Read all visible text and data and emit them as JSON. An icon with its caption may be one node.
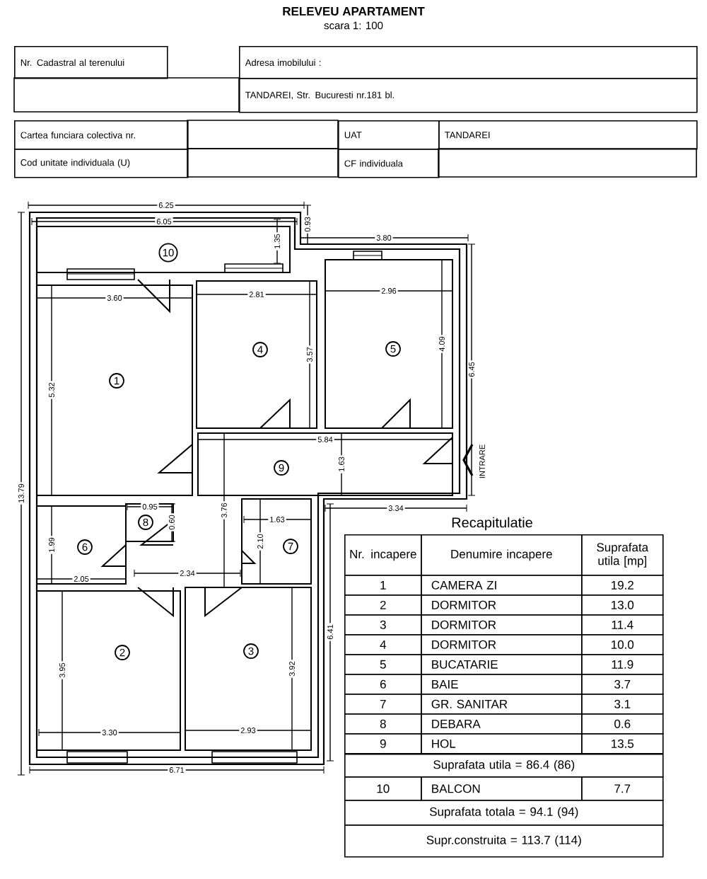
{
  "diagram": {
    "title": "RELEVEU APARTAMENT",
    "nodes": [
      {
        "text": [
          "10"
        ]
      },
      {
        "text": [
          "1"
        ]
      },
      {
        "text": [
          "4"
        ]
      },
      {
        "text": [
          "5"
        ]
      },
      {
        "text": [
          "9"
        ]
      },
      {
        "text": [
          "8"
        ]
      },
      {
        "text": [
          "6"
        ]
      },
      {
        "text": [
          "7"
        ]
      },
      {
        "text": [
          "2"
        ]
      },
      {
        "text": [
          "3"
        ]
      }
    ],
    "labels": [
      "scara 1: 100",
      "Nr. Cadastral al terenului",
      "Adresa imobilului :",
      "TANDAREI, Str. Bucuresti nr.181 bl.",
      "Cartea funciara colectiva nr.",
      "UAT",
      "TANDAREI",
      "Cod unitate individuala (U)",
      "CF individuala",
      "6.25",
      "6.05",
      "1.35",
      "0.93",
      "3.80",
      "3.60",
      "2.81",
      "2.96",
      "5.32",
      "3.57",
      "4.09",
      "6.45",
      "5.84",
      "1.63",
      "13.79",
      "3.76",
      "0.95",
      "0.60",
      "1.63",
      "1.99",
      "2.10",
      "2.05",
      "2.34",
      "3.34",
      "6.41",
      "3.95",
      "3.92",
      "3.30",
      "2.93",
      "6.71",
      "INTRARE",
      "Recapitulatie",
      "Nr. incapere",
      "Denumire incapere",
      "Suprafata utila [mp]",
      "1",
      "CAMERA ZI",
      "19.2",
      "2",
      "DORMITOR",
      "13.0",
      "3",
      "DORMITOR",
      "11.4",
      "4",
      "DORMITOR",
      "10.0",
      "5",
      "BUCATARIE",
      "11.9",
      "6",
      "BAIE",
      "3.7",
      "7",
      "GR. SANITAR",
      "3.1",
      "8",
      "DEBARA",
      "0.6",
      "9",
      "HOL",
      "13.5",
      "Suprafata utila   = 86.4 (86)",
      "10",
      "BALCON",
      "7.7",
      "Suprafata totala = 94.1 (94)",
      "Supr.construita  = 113.7 (114)"
    ]
  }
}
